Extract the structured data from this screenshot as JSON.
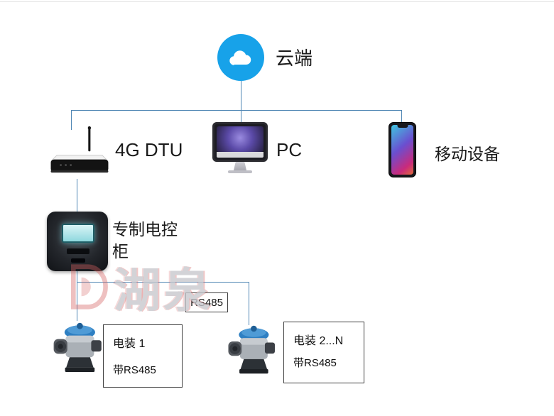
{
  "colors": {
    "line": "#4f86b4",
    "cloud_blue": "#17a2e9",
    "box_border": "#3f3f3f",
    "red_accent": "#d06060"
  },
  "cloud": {
    "label": "云端"
  },
  "tier2": {
    "dtu_label": "4G DTU",
    "pc_label": "PC",
    "mobile_label": "移动设备"
  },
  "cabinet": {
    "label": "专制电控柜"
  },
  "bus": {
    "label": "RS485"
  },
  "actuators": [
    {
      "title": "电装 1",
      "subtitle": "带RS485"
    },
    {
      "title": "电装 2...N",
      "subtitle": "带RS485"
    }
  ],
  "watermark": {
    "text": "湖泉"
  }
}
